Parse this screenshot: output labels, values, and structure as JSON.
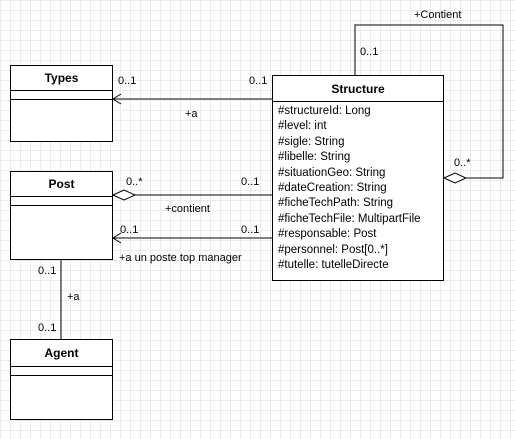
{
  "diagram": {
    "classes": {
      "types": {
        "name": "Types"
      },
      "post": {
        "name": "Post"
      },
      "agent": {
        "name": "Agent"
      },
      "structure": {
        "name": "Structure",
        "attributes": [
          "#structureId: Long",
          "#level: int",
          "#sigle: String",
          "#libelle: String",
          "#situationGeo: String",
          "#dateCreation: String",
          "#ficheTechPath: String",
          "#ficheTechFile: MultipartFile",
          "#responsable: Post",
          "#personnel: Post[0..*]",
          "#tutelle: tutelleDirecte"
        ]
      }
    },
    "associations": {
      "self_contains": {
        "role": "+Contient",
        "mult_source": "0..1",
        "mult_target": "0..*"
      },
      "structure_types": {
        "role": "+a",
        "mult_types": "0..1",
        "mult_structure": "0..1"
      },
      "structure_post_contains": {
        "role": "+contient",
        "mult_post": "0..*",
        "mult_structure": "0..1"
      },
      "structure_post_manager": {
        "role": "+a un poste top manager",
        "mult_post": "0..1",
        "mult_structure": "0..1"
      },
      "post_agent": {
        "role": "+a",
        "mult_post": "0..1",
        "mult_agent": "0..1"
      }
    }
  }
}
